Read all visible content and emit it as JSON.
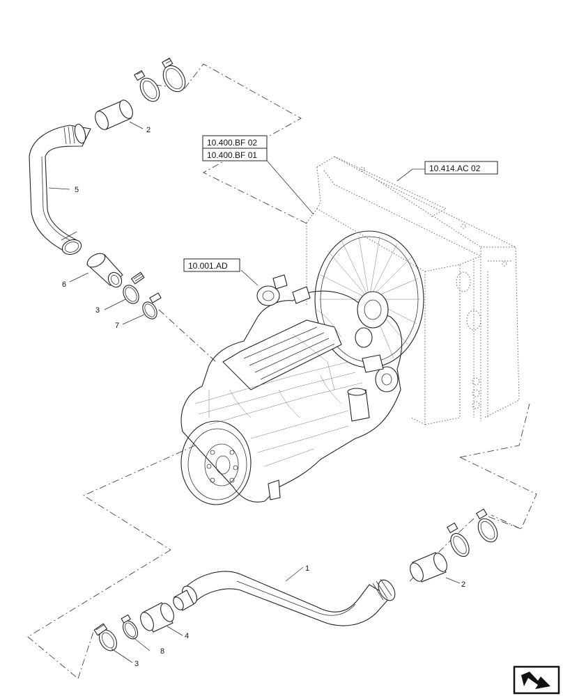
{
  "references": {
    "ref_bf02": "10.400.BF 02",
    "ref_bf01": "10.400.BF 01",
    "ref_ac02": "10.414.AC 02",
    "ref_ad": "10.001.AD"
  },
  "callouts": {
    "c1": "1",
    "c2_top": "2",
    "c2_bottom": "2",
    "c3_top": "3",
    "c3_bottom": "3",
    "c4": "4",
    "c5": "5",
    "c6": "6",
    "c7": "7",
    "c8": "8"
  },
  "icons": {
    "corner_icon": "forward-arrow-icon"
  }
}
